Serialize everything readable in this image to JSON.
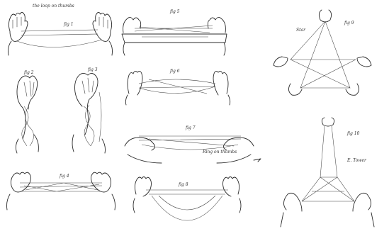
{
  "sheet": {
    "caption_top": "the loop on thumbs",
    "figures": [
      {
        "id": "f1",
        "label": "fig 1"
      },
      {
        "id": "f2",
        "label": "fig 2"
      },
      {
        "id": "f3",
        "label": "fig 3"
      },
      {
        "id": "f4",
        "label": "fig 4"
      },
      {
        "id": "f5",
        "label": "fig 5"
      },
      {
        "id": "f6",
        "label": "fig 6"
      },
      {
        "id": "f7",
        "label": "fig 7"
      },
      {
        "id": "f8",
        "label": "fig 8"
      },
      {
        "id": "f9",
        "label": "fig 9"
      },
      {
        "id": "f10",
        "label": "fig 10"
      }
    ],
    "notes": {
      "star": "Star",
      "mid_note": "Ring on thumbs",
      "tower": "E. Tower"
    }
  }
}
